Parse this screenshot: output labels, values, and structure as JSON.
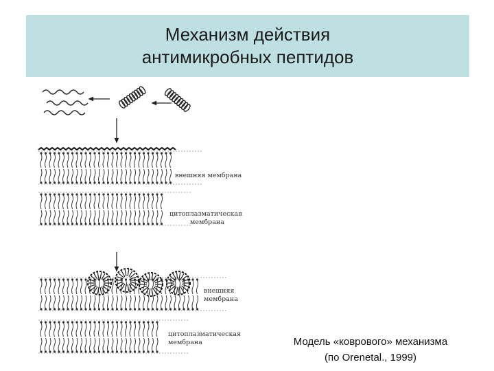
{
  "slide": {
    "title_line1": "Механизм действия",
    "title_line2": "антимикробных пептидов",
    "caption_line1": "Модель «коврового» механизма",
    "caption_line2": "(по Orenetal., 1999)"
  },
  "figure": {
    "label_outer_top": "внешняя мембрана",
    "label_cyto_top_1": "цитоплазматическая",
    "label_cyto_top_2": "мембрана",
    "label_outer_bottom_1": "внешняя",
    "label_outer_bottom_2": "мембрана",
    "label_cyto_bottom_1": "цитоплазматическая",
    "label_cyto_bottom_2": "мембрана"
  }
}
